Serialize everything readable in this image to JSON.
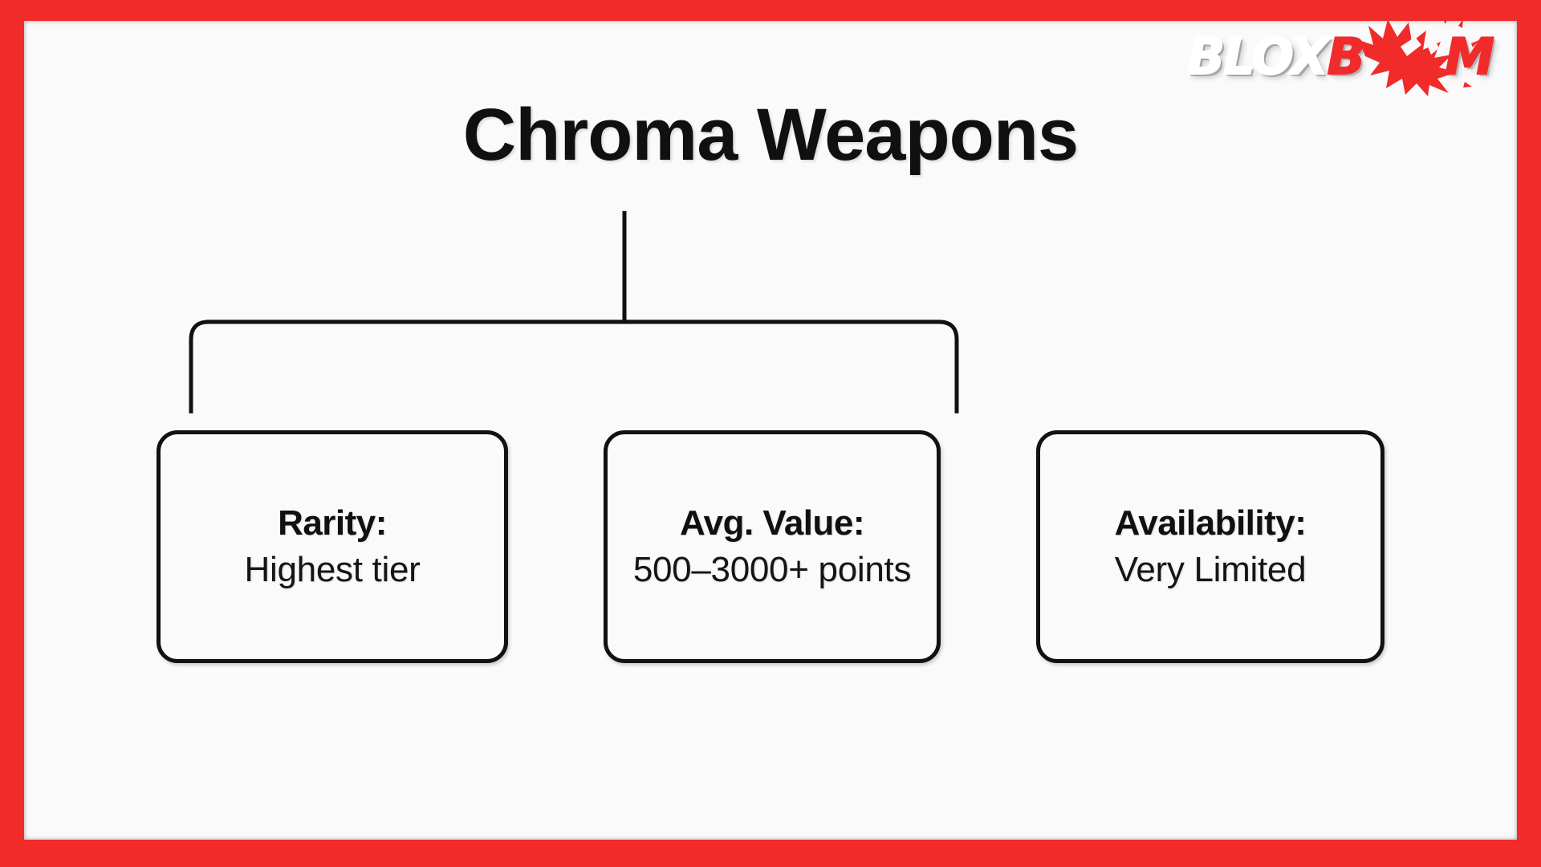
{
  "frame": {
    "border_color": "#f12a2a",
    "background_color": "#fafafa"
  },
  "logo": {
    "part_white": "BLOX",
    "part_red_b": "B",
    "part_red_burst_o1": "O",
    "part_red_burst_o2": "O",
    "part_red_m": "M",
    "full_text": "BLOXBOOM",
    "white_color": "#ffffff",
    "red_color": "#f12a2a"
  },
  "title": "Chroma Weapons",
  "cards": [
    {
      "label": "Rarity:",
      "value": "Highest tier"
    },
    {
      "label": "Avg. Value:",
      "value": "500–3000+ points"
    },
    {
      "label": "Availability:",
      "value": "Very Limited"
    }
  ],
  "connector": {
    "stroke_color": "#111111",
    "stroke_width": 5
  }
}
